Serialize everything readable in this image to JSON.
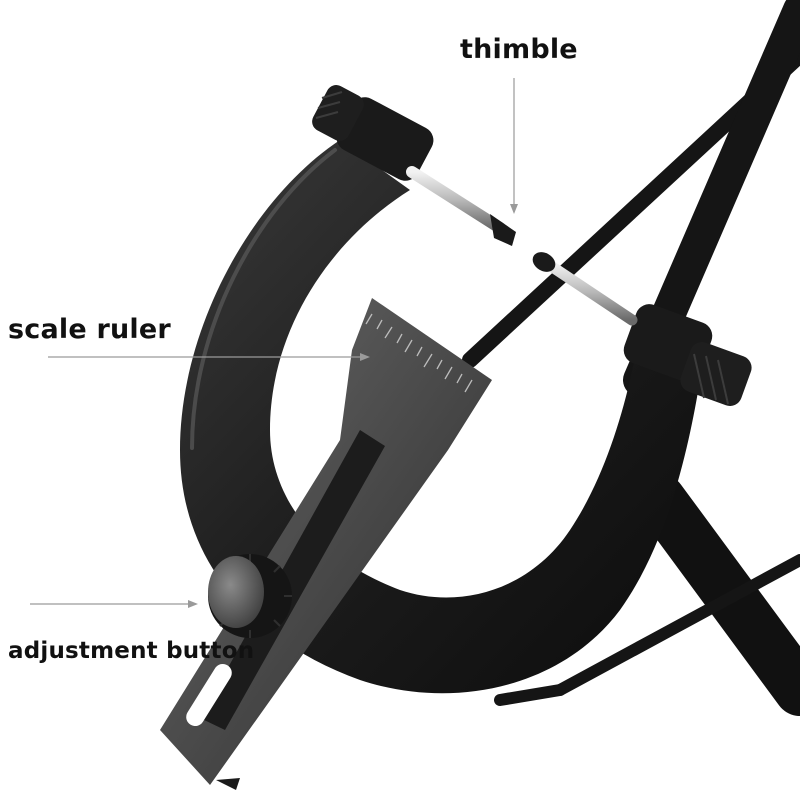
{
  "image": {
    "background": "#ffffff",
    "subject": "wheel-truing-stand",
    "frame_color": "#1b1b1b",
    "ruler_color": "#3a3a3a",
    "pin_color": "#c9c9c9"
  },
  "labels": {
    "thimble": "thimble",
    "scale_ruler": "scale ruler",
    "adjustment_button": "adjustment button"
  }
}
